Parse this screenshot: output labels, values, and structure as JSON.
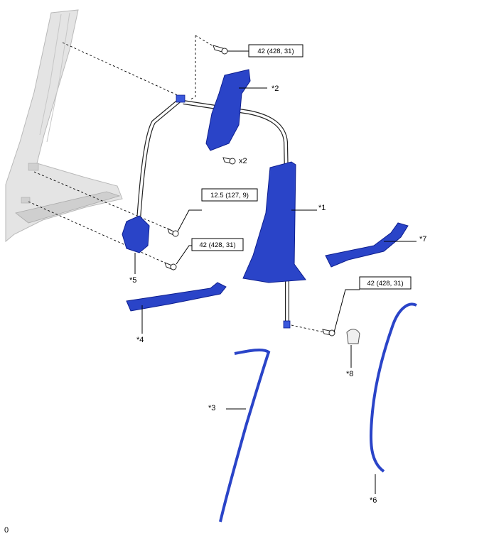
{
  "callouts": {
    "part1": "*1",
    "part2": "*2",
    "part3": "*3",
    "part4": "*4",
    "part5": "*5",
    "part6": "*6",
    "part7": "*7",
    "part8": "*8"
  },
  "torques": {
    "t_top": "42 (428, 31)",
    "t_mid_small": "12.5 (127, 9)",
    "t_mid": "42 (428, 31)",
    "t_right": "42 (428, 31)"
  },
  "quantity": "x2",
  "corner_mark": "0",
  "colors": {
    "part": "#2a44c8",
    "part_outline": "#0e1f8f",
    "body": "#e4e4e4"
  }
}
